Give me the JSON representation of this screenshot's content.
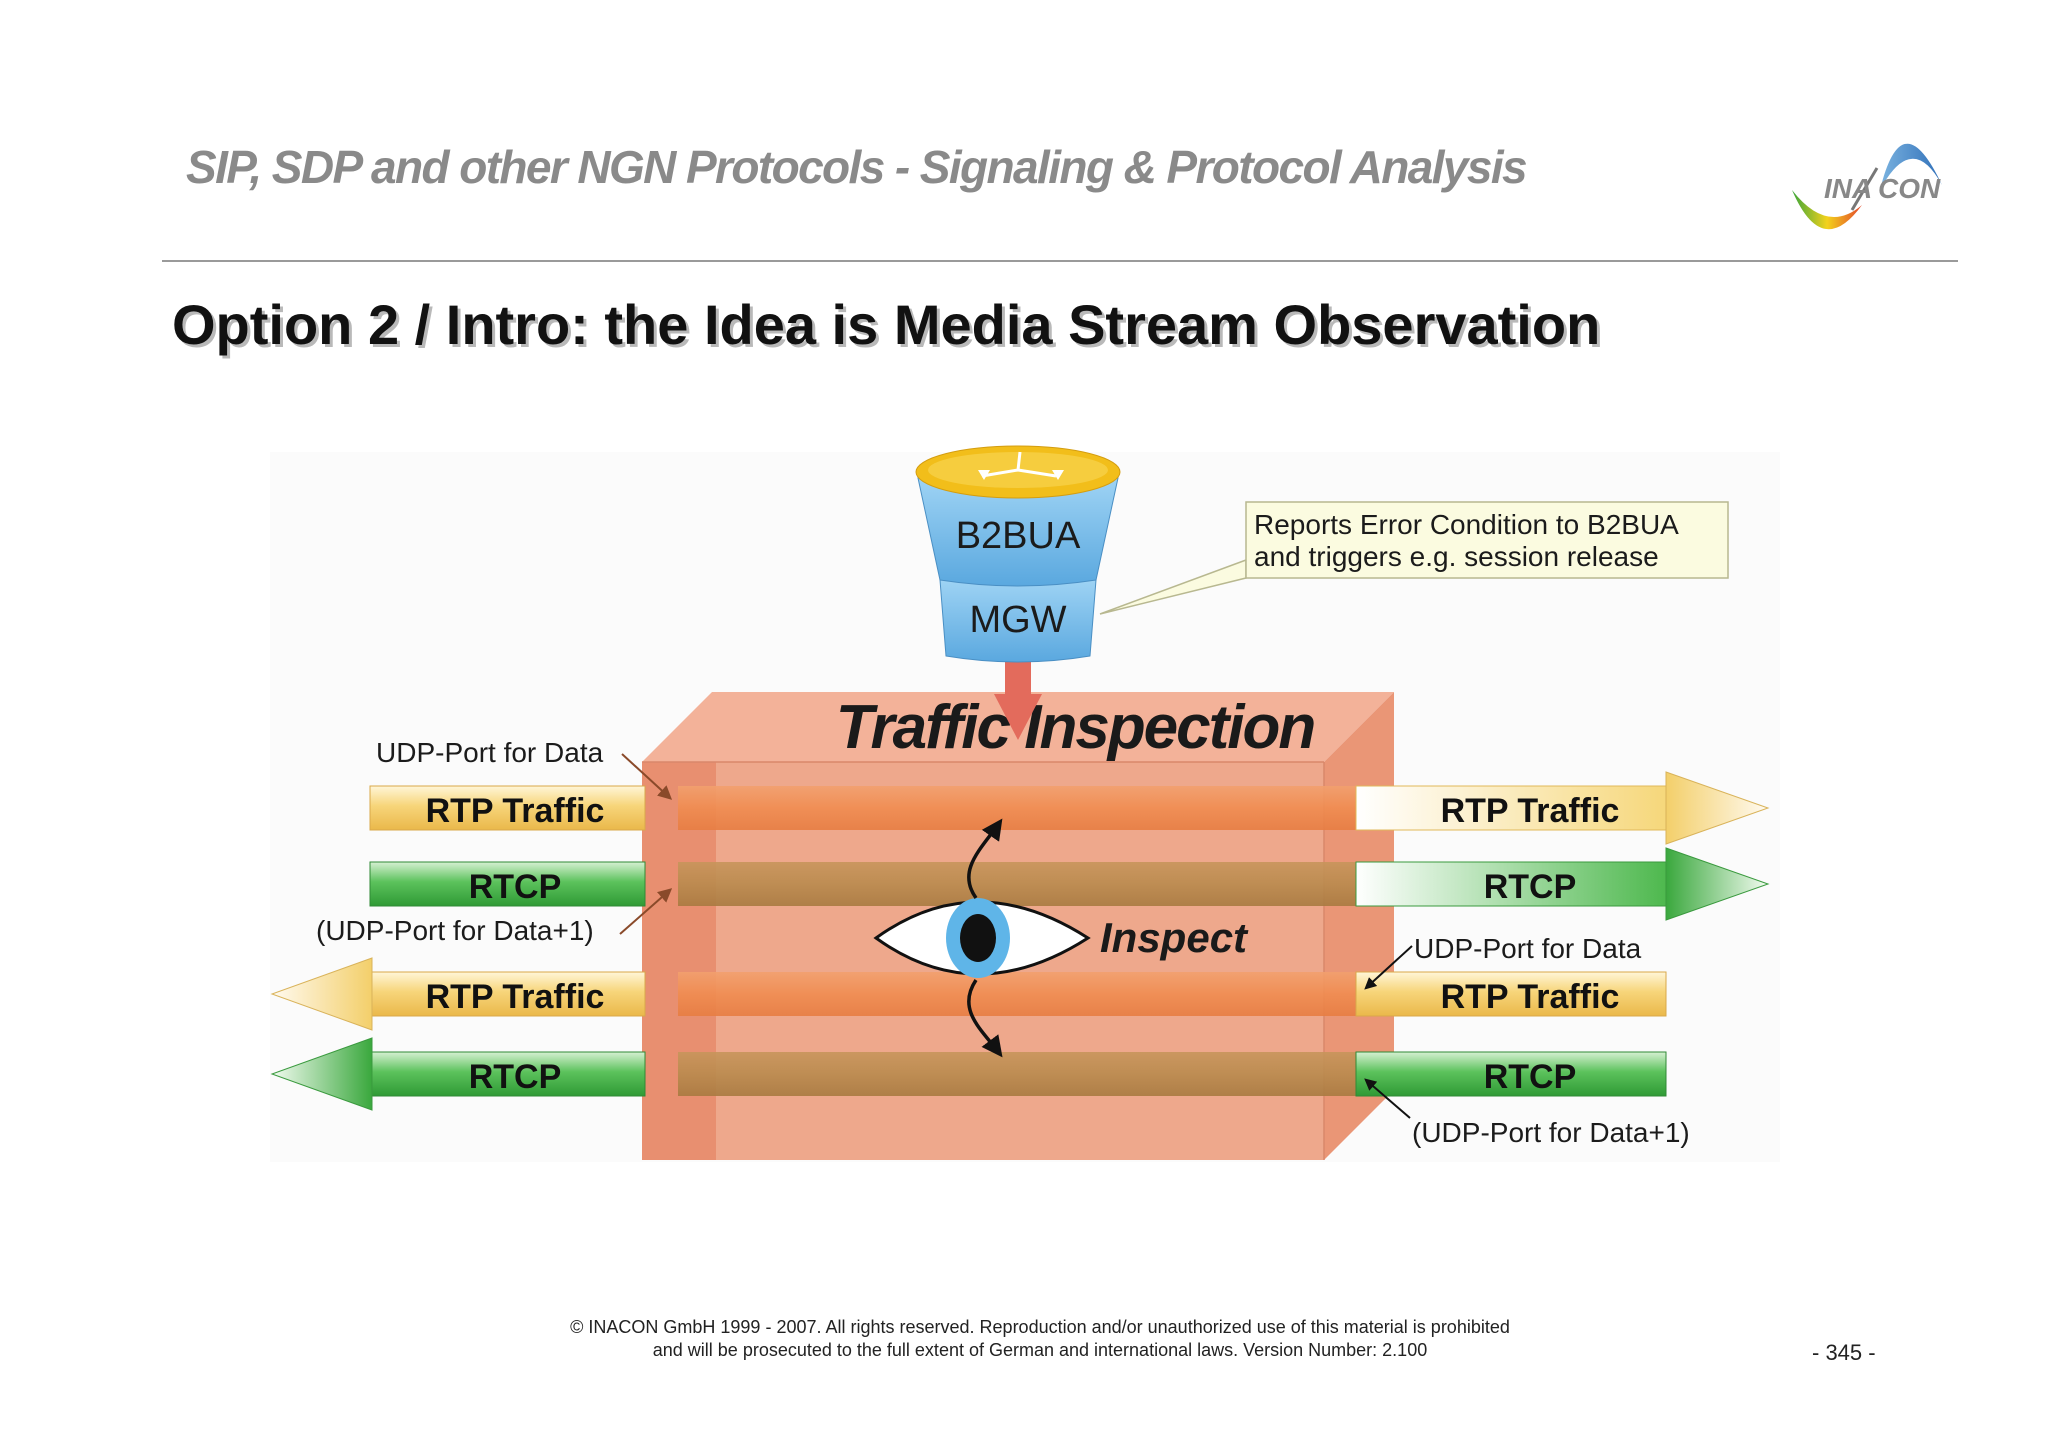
{
  "header": {
    "title": "SIP, SDP and other NGN Protocols - Signaling & Protocol Analysis",
    "logo_text_left": "INA",
    "logo_text_right": "CON"
  },
  "slide": {
    "title": "Option 2 / Intro: the Idea is Media Stream Observation"
  },
  "diagram": {
    "server": {
      "top_label": "B2BUA",
      "bottom_label": "MGW"
    },
    "callout": {
      "line1": "Reports Error Condition to B2BUA",
      "line2": "and triggers e.g. session release"
    },
    "box_title": "Traffic Inspection",
    "inspect_label": "Inspect",
    "streams_left": [
      {
        "label": "RTP Traffic",
        "kind": "rtp",
        "direction": "in"
      },
      {
        "label": "RTCP",
        "kind": "rtcp",
        "direction": "in"
      },
      {
        "label": "RTP Traffic",
        "kind": "rtp",
        "direction": "out"
      },
      {
        "label": "RTCP",
        "kind": "rtcp",
        "direction": "out"
      }
    ],
    "streams_right": [
      {
        "label": "RTP Traffic",
        "kind": "rtp",
        "direction": "out"
      },
      {
        "label": "RTCP",
        "kind": "rtcp",
        "direction": "out"
      },
      {
        "label": "RTP Traffic",
        "kind": "rtp",
        "direction": "in"
      },
      {
        "label": "RTCP",
        "kind": "rtcp",
        "direction": "in"
      }
    ],
    "annotations": {
      "left_data_port": "UDP-Port for Data",
      "left_ctrl_port": "(UDP-Port for Data+1)",
      "right_data_port": "UDP-Port for Data",
      "right_ctrl_port": "(UDP-Port for Data+1)"
    },
    "colors": {
      "rtp_fill": "#f6d77a",
      "rtcp_fill": "#4db84d",
      "box_fill": "#ec9678",
      "server_blue": "#6ab4e6",
      "server_yellow": "#f2be1a",
      "callout_fill": "#fbfbe0",
      "arrow_red": "#e36b5c"
    }
  },
  "footer": {
    "line1": "© INACON GmbH 1999 - 2007.  All rights reserved. Reproduction and/or unauthorized use of this material is prohibited",
    "line2": "and will be prosecuted to the full extent of German and international laws. Version Number: 2.100",
    "page": "- 345 -"
  }
}
